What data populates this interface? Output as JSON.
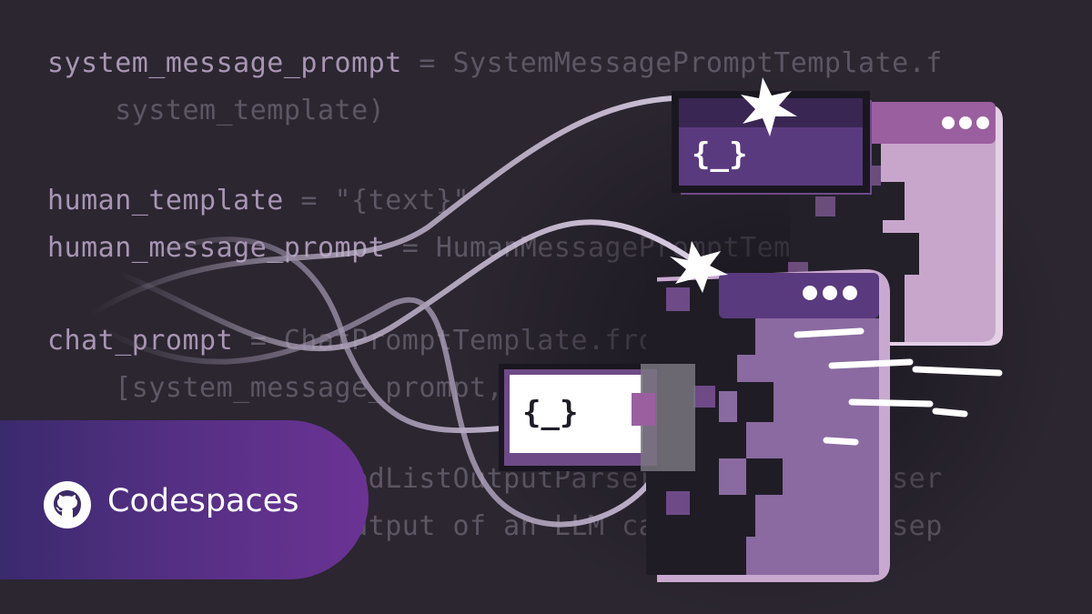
{
  "code_lines": [
    {
      "text": "system_message_prompt = SystemMessagePromptTemplate.f",
      "tone": "mixed",
      "lhs": "system_message_prompt",
      "rhs": " = SystemMessagePromptTemplate.f"
    },
    {
      "text": "    system_template)",
      "tone": "dim"
    },
    {
      "text": "human_template = \"{text}\"",
      "tone": "mixed",
      "lhs": "human_template",
      "rhs": " = \"{text}\""
    },
    {
      "text": "human_message_prompt = HumanMessagePromptTemplate.fro",
      "tone": "mixed",
      "lhs": "human_message_prompt",
      "rhs": " = HumanMessagePromptTemplate.fro"
    },
    {
      "text": "chat_prompt = ChatPromptTemplate.from_messages(",
      "tone": "mixed",
      "lhs": "chat_prompt",
      "rhs": " = ChatPromptTemplate.from_messages("
    },
    {
      "text": "    [system_message_prompt, human_message_prompt])",
      "tone": "dim"
    },
    {
      "text": "class CommaSeparatedListOutputParser(BaseOutputParser",
      "tone": "dim"
    },
    {
      "text": "    \"\"\"Parse the output of an LLM call to a comma-sep",
      "tone": "dim"
    }
  ],
  "badge": {
    "icon": "github-icon",
    "label": "Codespaces",
    "gradient": [
      "#3a2a6e",
      "#532f82",
      "#6b3394"
    ]
  },
  "illustration": {
    "template_box_top": "{_}",
    "template_box_bottom": "{_}",
    "icons": [
      "window-dots-icon",
      "spark-icon"
    ]
  },
  "colors": {
    "background": "#2b2630",
    "code_bright": "#a895b3",
    "code_dim": "#5d5664",
    "accent_purple": "#5a3a7e",
    "accent_light": "#c7a6cc"
  }
}
